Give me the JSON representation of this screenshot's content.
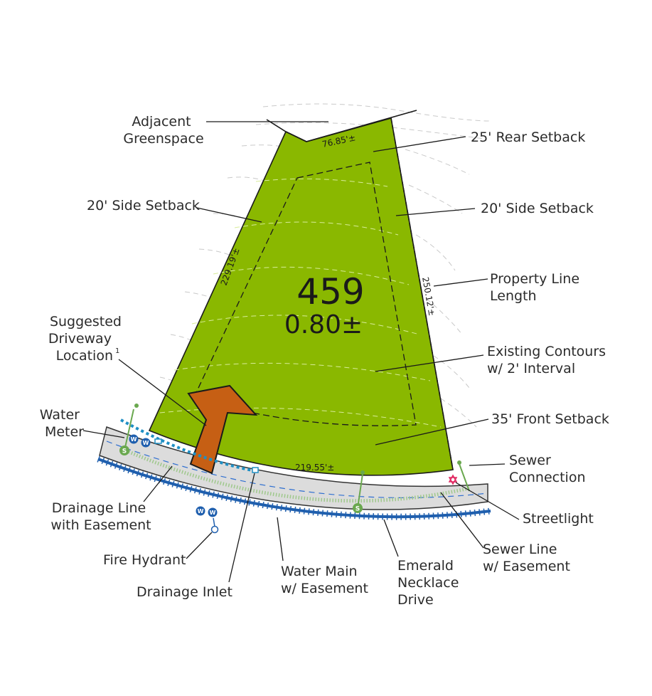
{
  "lot": {
    "number": "459",
    "area": "0.80±",
    "color": "#8ab800"
  },
  "dimensions": {
    "rear": "76.85'±",
    "left_side": "229.19'±",
    "right_side": "250.12'±",
    "front": "219.55'±"
  },
  "labels": {
    "adjacent_greenspace": [
      "Adjacent",
      "Greenspace"
    ],
    "rear_setback": "25' Rear Setback",
    "left_side_setback": "20' Side Setback",
    "right_side_setback": "20' Side Setback",
    "property_line_length": [
      "Property Line",
      "Length"
    ],
    "suggested_driveway": [
      "Suggested",
      "Driveway",
      "Location"
    ],
    "driveway_footnote": "1",
    "existing_contours": [
      "Existing Contours",
      "w/ 2' Interval"
    ],
    "water_meter": [
      "Water",
      "Meter"
    ],
    "front_setback": "35' Front Setback",
    "sewer_connection": [
      "Sewer",
      "Connection"
    ],
    "drainage_line": [
      "Drainage Line",
      "with Easement"
    ],
    "streetlight": "Streetlight",
    "sewer_line": [
      "Sewer Line",
      "w/ Easement"
    ],
    "fire_hydrant": "Fire Hydrant",
    "water_main": [
      "Water Main",
      "w/ Easement"
    ],
    "street_name": [
      "Emerald",
      "Necklace",
      "Drive"
    ],
    "drainage_inlet": "Drainage Inlet"
  },
  "symbols": {
    "water": "W",
    "sewer": "S"
  },
  "colors": {
    "driveway": "#c65f14",
    "road": "#dcdcdc",
    "water_main": "#1f5fae",
    "drainage": "#1f8fc4",
    "sewer": "#6aa84f",
    "streetlight": "#e0245e"
  }
}
